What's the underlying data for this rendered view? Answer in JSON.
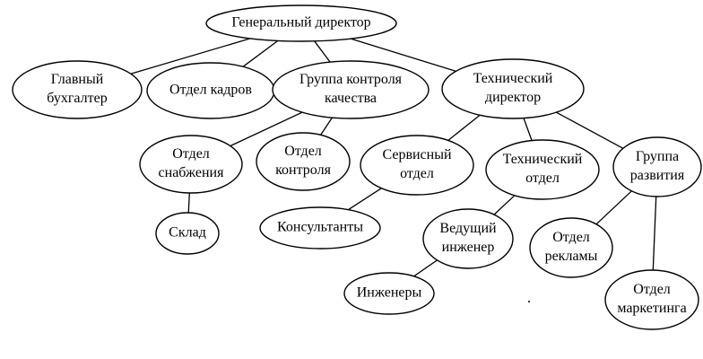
{
  "nodes": [
    {
      "id": "ceo",
      "lines": [
        "Генеральный директор"
      ]
    },
    {
      "id": "chief_accountant",
      "lines": [
        "Главный",
        "бухгалтер"
      ]
    },
    {
      "id": "hr",
      "lines": [
        "Отдел кадров"
      ]
    },
    {
      "id": "qc_group",
      "lines": [
        "Группа контроля",
        "качества"
      ]
    },
    {
      "id": "cto",
      "lines": [
        "Технический",
        "директор"
      ]
    },
    {
      "id": "supply",
      "lines": [
        "Отдел",
        "снабжения"
      ]
    },
    {
      "id": "control",
      "lines": [
        "Отдел",
        "контроля"
      ]
    },
    {
      "id": "service",
      "lines": [
        "Сервисный",
        "отдел"
      ]
    },
    {
      "id": "tech_dept",
      "lines": [
        "Технический",
        "отдел"
      ]
    },
    {
      "id": "dev_group",
      "lines": [
        "Группа",
        "развития"
      ]
    },
    {
      "id": "warehouse",
      "lines": [
        "Склад"
      ]
    },
    {
      "id": "consultants",
      "lines": [
        "Консультанты"
      ]
    },
    {
      "id": "lead_engineer",
      "lines": [
        "Ведущий",
        "инженер"
      ]
    },
    {
      "id": "advertising",
      "lines": [
        "Отдел",
        "рекламы"
      ]
    },
    {
      "id": "engineers",
      "lines": [
        "Инженеры"
      ]
    },
    {
      "id": "marketing",
      "lines": [
        "Отдел",
        "маркетинга"
      ]
    }
  ],
  "edges": [
    [
      "ceo",
      "chief_accountant"
    ],
    [
      "ceo",
      "hr"
    ],
    [
      "ceo",
      "qc_group"
    ],
    [
      "ceo",
      "cto"
    ],
    [
      "qc_group",
      "supply"
    ],
    [
      "qc_group",
      "control"
    ],
    [
      "supply",
      "warehouse"
    ],
    [
      "cto",
      "service"
    ],
    [
      "cto",
      "tech_dept"
    ],
    [
      "cto",
      "dev_group"
    ],
    [
      "service",
      "consultants"
    ],
    [
      "tech_dept",
      "lead_engineer"
    ],
    [
      "lead_engineer",
      "engineers"
    ],
    [
      "dev_group",
      "advertising"
    ],
    [
      "dev_group",
      "marketing"
    ]
  ]
}
